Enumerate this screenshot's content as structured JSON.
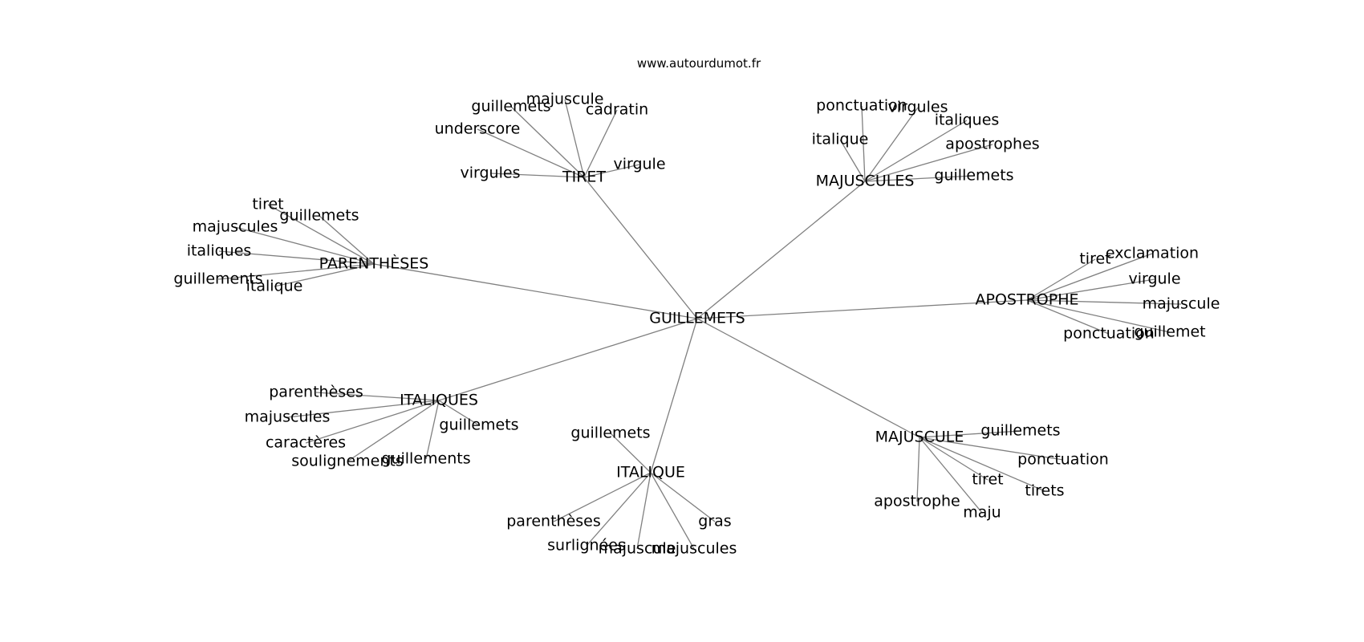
{
  "source": "www.autourdumot.fr",
  "center": "GUILLEMETS",
  "hubs": [
    {
      "label": "TIRET",
      "words": [
        "guillemets",
        "majuscule",
        "cadratin",
        "underscore",
        "virgule",
        "virgules"
      ]
    },
    {
      "label": "MAJUSCULES",
      "words": [
        "ponctuation",
        "virgules",
        "italiques",
        "italique",
        "apostrophes",
        "guillemets"
      ]
    },
    {
      "label": "PARENTHÈSES",
      "words": [
        "tiret",
        "guillemets",
        "majuscules",
        "italiques",
        "guillements",
        "italique"
      ]
    },
    {
      "label": "APOSTROPHE",
      "words": [
        "tiret",
        "exclamation",
        "virgule",
        "majuscule",
        "ponctuation",
        "guillemet"
      ]
    },
    {
      "label": "ITALIQUES",
      "words": [
        "parenthèses",
        "majuscules",
        "guillemets",
        "caractères",
        "soulignements",
        "guillements"
      ]
    },
    {
      "label": "ITALIQUE",
      "words": [
        "guillemets",
        "parenthèses",
        "gras",
        "surlignées",
        "majuscule",
        "majuscules"
      ]
    },
    {
      "label": "MAJUSCULE",
      "words": [
        "guillemets",
        "ponctuation",
        "tiret",
        "tirets",
        "apostrophe",
        "maju"
      ]
    }
  ]
}
